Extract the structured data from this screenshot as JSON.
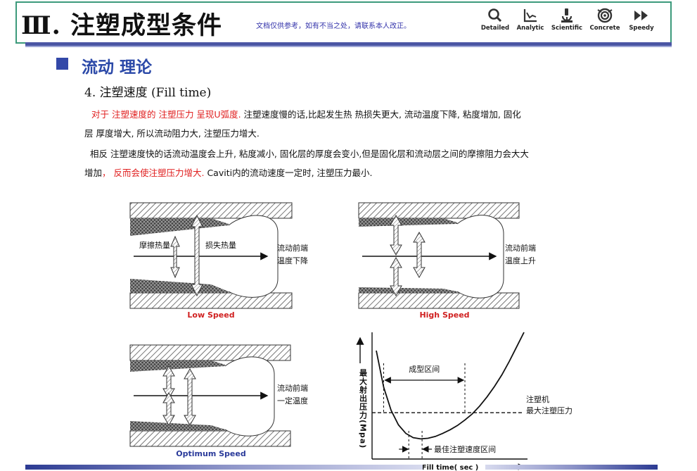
{
  "header": {
    "title": "Ⅲ.  注塑成型条件",
    "disclaimer": "文档仅供参考，如有不当之处，请联系本人改正。",
    "icons": [
      {
        "name": "magnifier-icon",
        "label": "Detailed"
      },
      {
        "name": "chart-icon",
        "label": "Analytic"
      },
      {
        "name": "microscope-icon",
        "label": "Scientific"
      },
      {
        "name": "target-icon",
        "label": "Concrete"
      },
      {
        "name": "fast-forward-icon",
        "label": "Speedy"
      }
    ]
  },
  "section": {
    "title": "流动  理论",
    "subheading": "4. 注塑速度 (Fill time)"
  },
  "paragraphs": {
    "p1_red": "对于 注塑速度的 注塑压力 呈现U弧度.",
    "p1_rest": " 注塑速度慢的话,比起发生热 热损失更大,   流动温度下降,  粘度增加,   固化",
    "p2": "层 厚度增大,  所以流动阻力大,  注塑压力增大.",
    "p3": "相反  注塑速度快的话流动温度会上升,  粘度减小,   固化层的厚度会变小,但是固化层和流动层之间的摩擦阻力会大大",
    "p4_a": "增加",
    "p4_red": "， 反而会使注塑压力增大.",
    "p4_rest": " Caviti内的流动速度一定时,  注塑压力最小."
  },
  "diagrams": {
    "low": {
      "caption": "Low Speed",
      "left_label": "摩擦热量",
      "mid_label": "损失热量",
      "front_line1": "流动前端",
      "front_line2": "温度下降"
    },
    "high": {
      "caption": "High Speed",
      "front_line1": "流动前端",
      "front_line2": "温度上升"
    },
    "optimum": {
      "caption": "Optimum Speed",
      "front_line1": "流动前端",
      "front_line2": "一定温度"
    }
  },
  "chart_data": {
    "type": "line",
    "title": "",
    "xlabel": "Fill time( sec )",
    "ylabel": "最大射出压力(Mpa)",
    "x": [
      0.0,
      0.05,
      0.1,
      0.15,
      0.2,
      0.25,
      0.3,
      0.35,
      0.4,
      0.45,
      0.5,
      0.55,
      0.6,
      0.65,
      0.7,
      0.75,
      0.8,
      0.85,
      0.9,
      0.95,
      1.0
    ],
    "series": [
      {
        "values": [
          0.85,
          0.55,
          0.36,
          0.24,
          0.17,
          0.135,
          0.125,
          0.13,
          0.145,
          0.17,
          0.2,
          0.235,
          0.28,
          0.33,
          0.395,
          0.47,
          0.555,
          0.65,
          0.76,
          0.88,
          1.0
        ]
      }
    ],
    "xlim": [
      0,
      1
    ],
    "ylim": [
      0,
      1
    ],
    "threshold": {
      "value": 0.34,
      "label_line1": "注塑机",
      "label_line2": "最大注塑压力"
    },
    "molding_range": {
      "x0": 0.05,
      "x1": 0.6,
      "label": "成型区间"
    },
    "optimum_range": {
      "x0": 0.22,
      "x1": 0.31,
      "label": "最佳注塑速度区间"
    }
  }
}
